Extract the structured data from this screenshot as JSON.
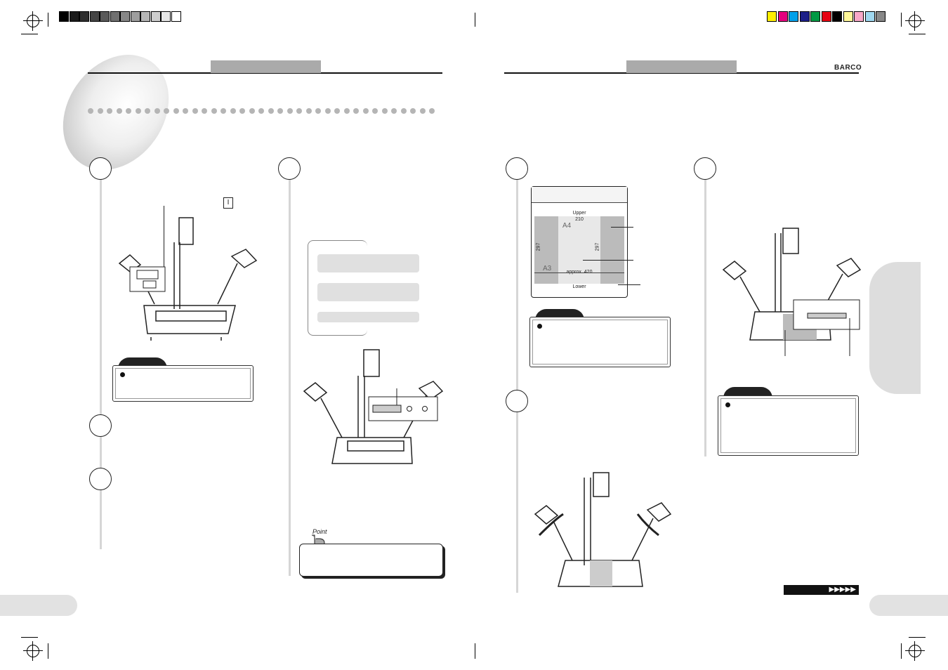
{
  "brand": {
    "logo_text": "BARCO"
  },
  "colors": {
    "header_bar": "#aaaaaa",
    "gray_swatches": [
      "#000000",
      "#1a1a1a",
      "#2e2e2e",
      "#444444",
      "#5a5a5a",
      "#707070",
      "#878787",
      "#9e9e9e",
      "#b6b6b6",
      "#cecece",
      "#e6e6e6",
      "#ffffff"
    ],
    "color_swatches": [
      "#ffef00",
      "#e5007e",
      "#00a0e9",
      "#1d2088",
      "#009944",
      "#e60012",
      "#000000",
      "#fff799",
      "#f7a8c8",
      "#a0d8f0",
      "#888888"
    ]
  },
  "left_page": {
    "steps": [
      {
        "id": "step-1"
      },
      {
        "id": "step-2"
      },
      {
        "id": "step-3"
      },
      {
        "id": "step-4"
      }
    ],
    "power_symbol": "I",
    "point_label": "Point"
  },
  "right_page": {
    "diagram": {
      "upper": "Upper",
      "lower": "Lower",
      "a4": "A4",
      "a3": "A3",
      "width_210": "210",
      "height_297_left": "297",
      "height_297_right": "297",
      "approx_420": "approx. 420"
    },
    "next_arrows": "▶▶▶▶▶"
  }
}
